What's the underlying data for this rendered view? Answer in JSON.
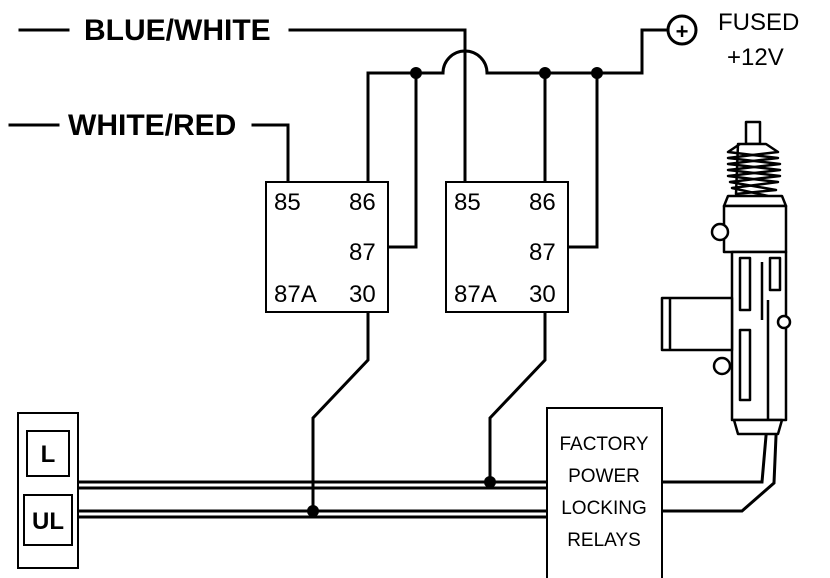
{
  "wires": {
    "blue_white": "BLUE/WHITE",
    "white_red": "WHITE/RED"
  },
  "power": {
    "symbol": "+",
    "label_line1": "FUSED",
    "label_line2": "+12V"
  },
  "relay_left": {
    "pin_85": "85",
    "pin_86": "86",
    "pin_87": "87",
    "pin_87a": "87A",
    "pin_30": "30"
  },
  "relay_right": {
    "pin_85": "85",
    "pin_86": "86",
    "pin_87": "87",
    "pin_87a": "87A",
    "pin_30": "30"
  },
  "switch": {
    "lock_label": "L",
    "unlock_label": "UL"
  },
  "factory_box": {
    "line1": "FACTORY",
    "line2": "POWER",
    "line3": "LOCKING",
    "line4": "RELAYS"
  },
  "colors": {
    "ink": "#000000",
    "background": "#ffffff",
    "actuator_fill": "#ffffff"
  }
}
